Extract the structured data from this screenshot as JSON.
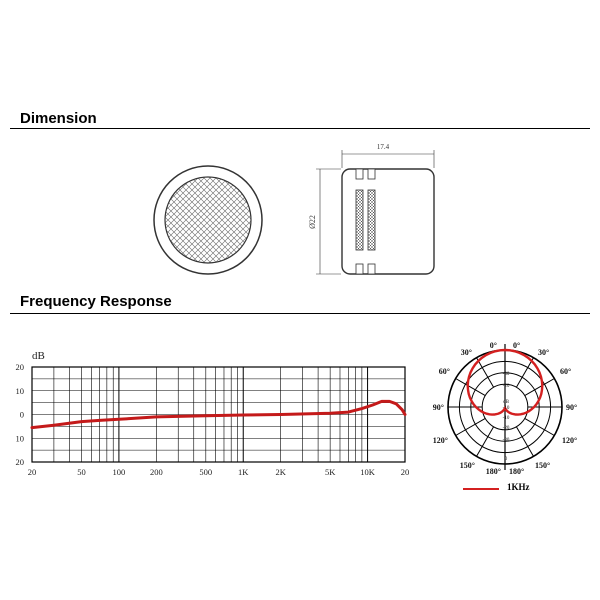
{
  "sections": {
    "dimension_title": "Dimension",
    "frequency_title": "Frequency Response"
  },
  "dimension": {
    "width_label": "17.4",
    "diameter_label": "Ø22"
  },
  "frequency_chart": {
    "type": "line",
    "ylabel": "dB",
    "y_ticks": [
      "20",
      "10",
      "0",
      "10",
      "20"
    ],
    "x_ticks": [
      "20",
      "50",
      "100",
      "200",
      "500",
      "1K",
      "2K",
      "5K",
      "10K",
      "20"
    ],
    "xlim": [
      20,
      20000
    ],
    "ylim": [
      -20,
      20
    ],
    "x_scale": "log",
    "grid": true,
    "series": [
      {
        "color": "#c41a1a",
        "x": [
          20,
          30,
          50,
          70,
          100,
          200,
          500,
          1000,
          2000,
          5000,
          7000,
          9000,
          11000,
          13000,
          15000,
          17000,
          19000,
          20000
        ],
        "y": [
          -5.5,
          -4.5,
          -3,
          -2.5,
          -2,
          -1,
          -0.5,
          -0.2,
          0,
          0.5,
          1,
          2.5,
          4,
          5.5,
          5.5,
          4.5,
          2,
          0
        ]
      }
    ]
  },
  "polar_chart": {
    "type": "polar",
    "angle_labels": {
      "top_left": "0°",
      "top_right": "0°",
      "l30": "30°",
      "r30": "30°",
      "l60": "60°",
      "r60": "60°",
      "l90": "90°",
      "r90": "90°",
      "l120": "120°",
      "r120": "120°",
      "l150": "150°",
      "r150": "150°",
      "bottom_left": "180°",
      "bottom_right": "180°"
    },
    "ring_labels": [
      "dB",
      "-10",
      "-20",
      "-30",
      "-10",
      "-20",
      "-30",
      "0"
    ],
    "legend_label": "1KHz",
    "pattern": "cardioid",
    "pattern_color": "#d42020"
  }
}
